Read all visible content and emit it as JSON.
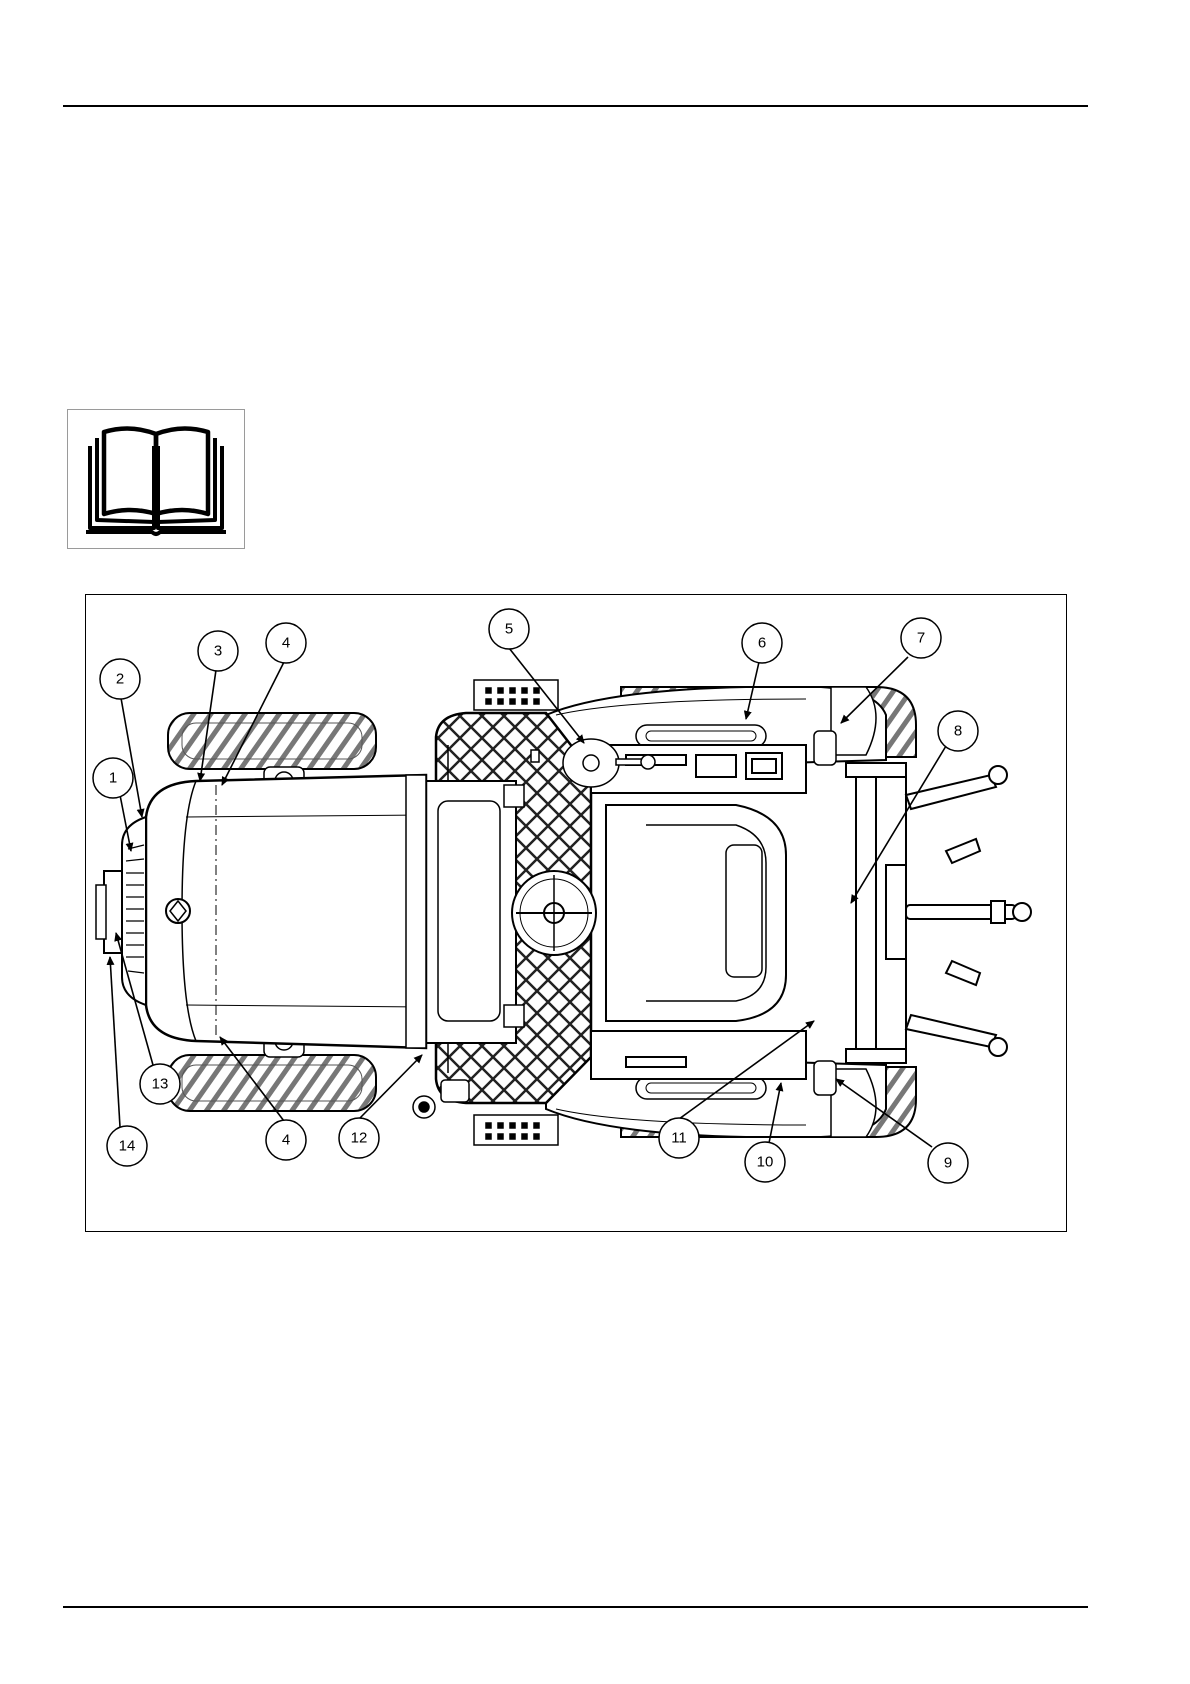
{
  "icons": {
    "manual": "read-manual-book-icon"
  },
  "figure": {
    "callouts": [
      {
        "id": "c1",
        "label": "1"
      },
      {
        "id": "c2",
        "label": "2"
      },
      {
        "id": "c3",
        "label": "3"
      },
      {
        "id": "c4a",
        "label": "4"
      },
      {
        "id": "c4b",
        "label": "4"
      },
      {
        "id": "c5",
        "label": "5"
      },
      {
        "id": "c6",
        "label": "6"
      },
      {
        "id": "c7",
        "label": "7"
      },
      {
        "id": "c8",
        "label": "8"
      },
      {
        "id": "c9",
        "label": "9"
      },
      {
        "id": "c10",
        "label": "10"
      },
      {
        "id": "c11",
        "label": "11"
      },
      {
        "id": "c12",
        "label": "12"
      },
      {
        "id": "c13",
        "label": "13"
      },
      {
        "id": "c14",
        "label": "14"
      }
    ]
  }
}
